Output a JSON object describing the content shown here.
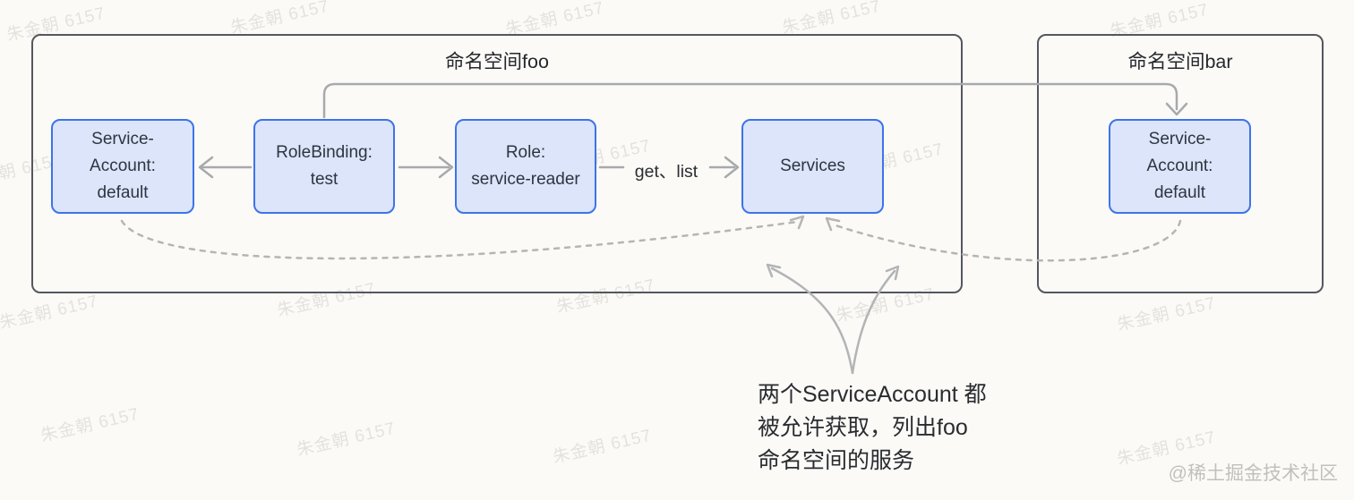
{
  "diagram": {
    "namespace_foo": {
      "title": "命名空间foo"
    },
    "namespace_bar": {
      "title": "命名空间bar"
    },
    "nodes": {
      "sa_foo": "Service-\nAccount:\ndefault",
      "rolebinding": "RoleBinding:\ntest",
      "role": "Role:\nservice-reader",
      "services": "Services",
      "sa_bar": "Service-\nAccount:\ndefault"
    },
    "edge_labels": {
      "role_to_services": "get、list"
    },
    "annotation": "两个ServiceAccount 都\n被允许获取，列出foo\n命名空间的服务"
  },
  "watermarks": {
    "repeat_text": "朱金朝 6157",
    "site_credit": "@稀土掘金技术社区"
  },
  "colors": {
    "background": "#fbfaf7",
    "node_fill": "#dce5fa",
    "node_border": "#3d74e8",
    "node_text": "#2e3440",
    "container_border": "#55575e",
    "arrow_gray": "#a7a9ac",
    "dashed_gray": "#b5b5b5",
    "watermark_gray": "#b9b2a8"
  }
}
